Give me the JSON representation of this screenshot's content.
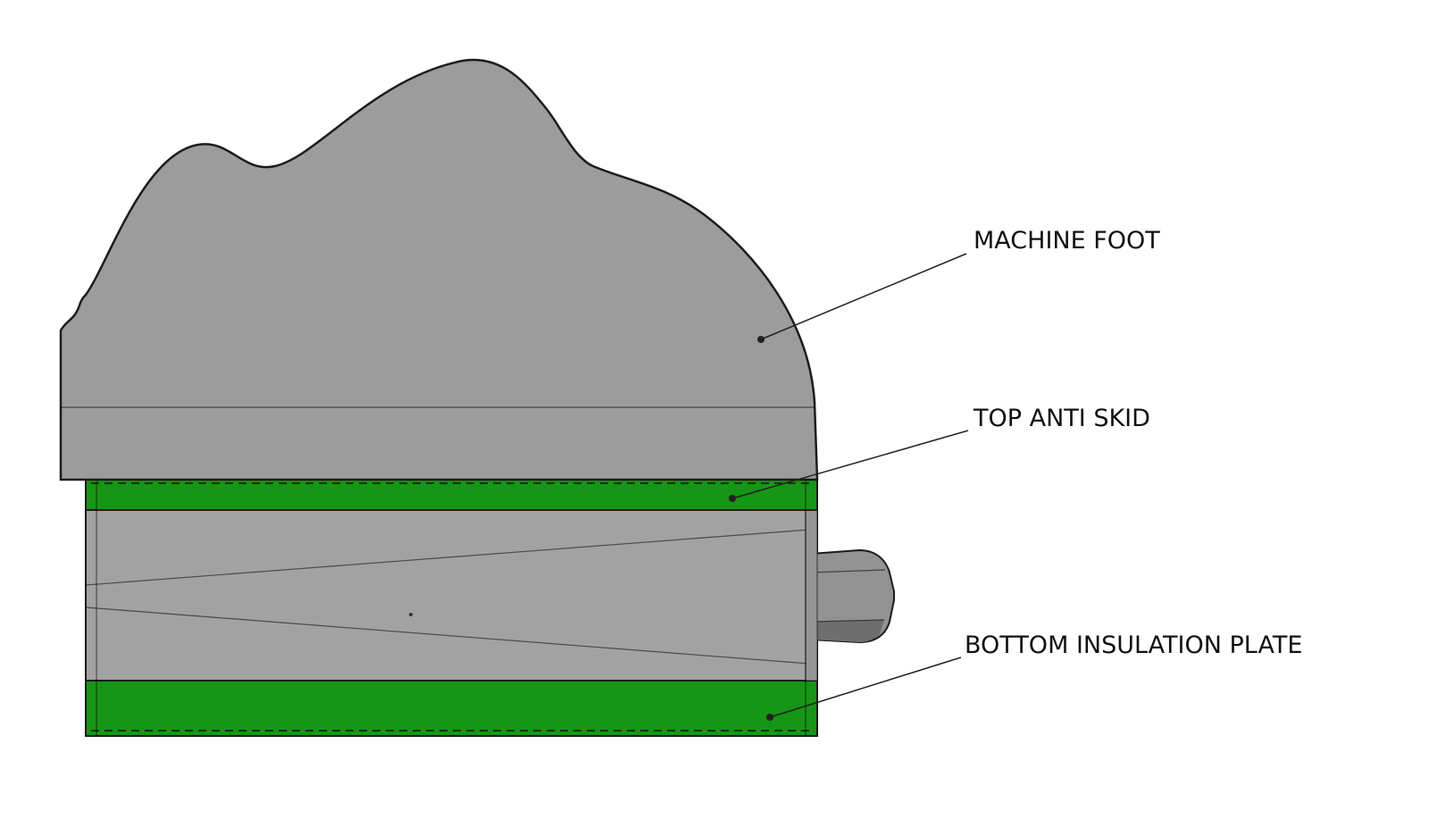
{
  "diagram": {
    "type": "technical-section-view",
    "labels": {
      "machine_foot": "MACHINE FOOT",
      "top_anti_skid": "TOP ANTI SKID",
      "bottom_insulation_plate": "BOTTOM INSULATION PLATE"
    },
    "colors": {
      "foot_gray": "#9c9c9c",
      "body_gray": "#a2a2a2",
      "edge_gray": "#959595",
      "anti_skid_green": "#169516",
      "bolt_gray": "#929292",
      "bolt_shadow_gray": "#6e6e6e",
      "outline": "#1c1c1c",
      "background": "#ffffff"
    }
  }
}
